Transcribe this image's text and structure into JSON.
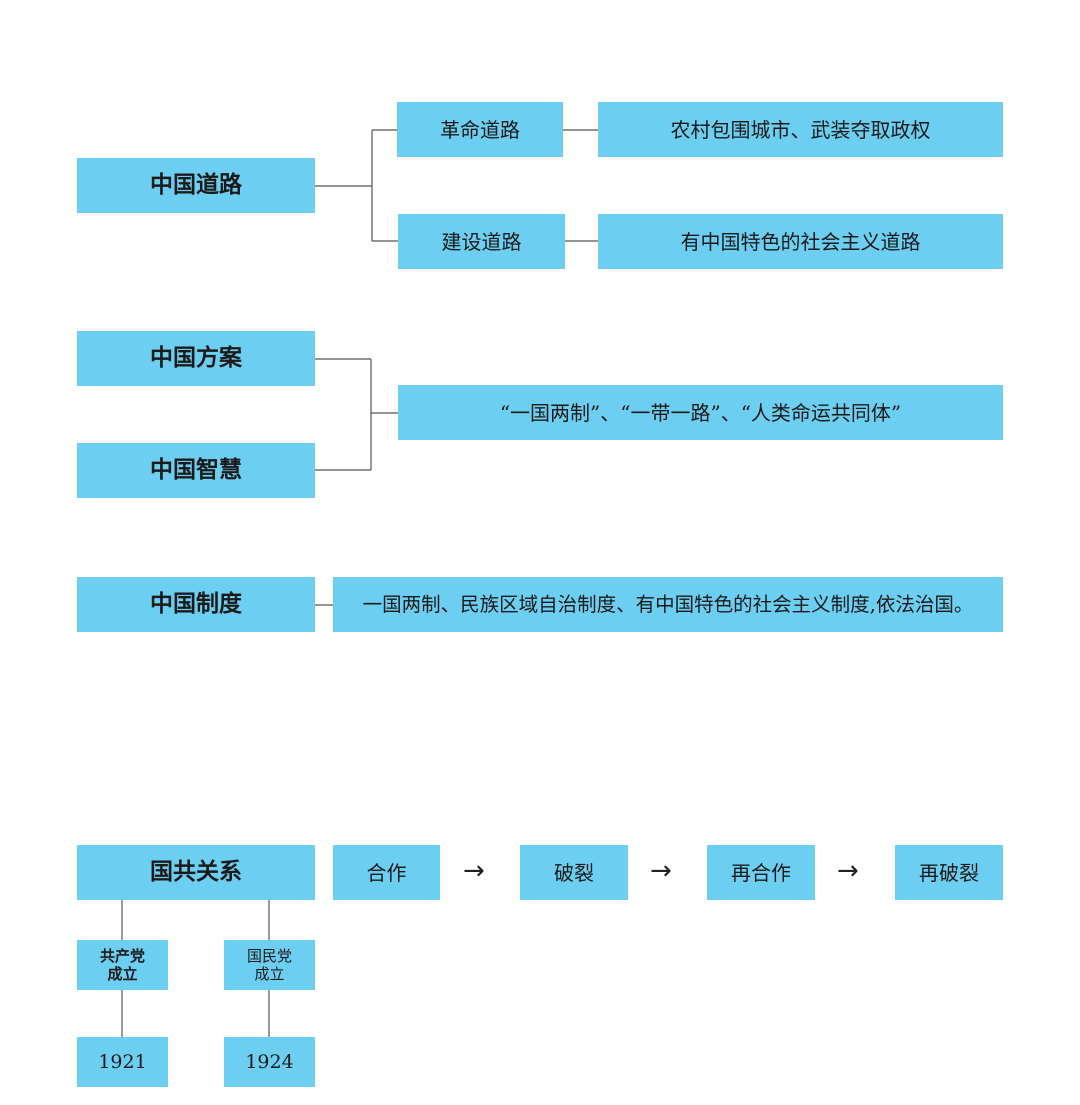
{
  "section_road": {
    "title": "中国道路",
    "branches": [
      {
        "label": "革命道路",
        "detail": "农村包围城市、武装夺取政权"
      },
      {
        "label": "建设道路",
        "detail": "有中国特色的社会主义道路"
      }
    ]
  },
  "section_plan": {
    "titles": [
      "中国方案",
      "中国智慧"
    ],
    "detail": "“一国两制”、“一带一路”、“人类命运共同体”"
  },
  "section_system": {
    "title": "中国制度",
    "detail": "一国两制、民族区域自治制度、有中国特色的社会主义制度,依法治国。"
  },
  "section_kmt_cpc": {
    "title": "国共关系",
    "stages": [
      "合作",
      "破裂",
      "再合作",
      "再破裂"
    ],
    "arrow": "→",
    "founding": [
      {
        "label": "共产党成立",
        "year": "1921"
      },
      {
        "label": "国民党成立",
        "year": "1924"
      }
    ]
  },
  "colors": {
    "box_fill": "#6ccff1",
    "line": "#555555",
    "text": "#1a1a1a"
  }
}
